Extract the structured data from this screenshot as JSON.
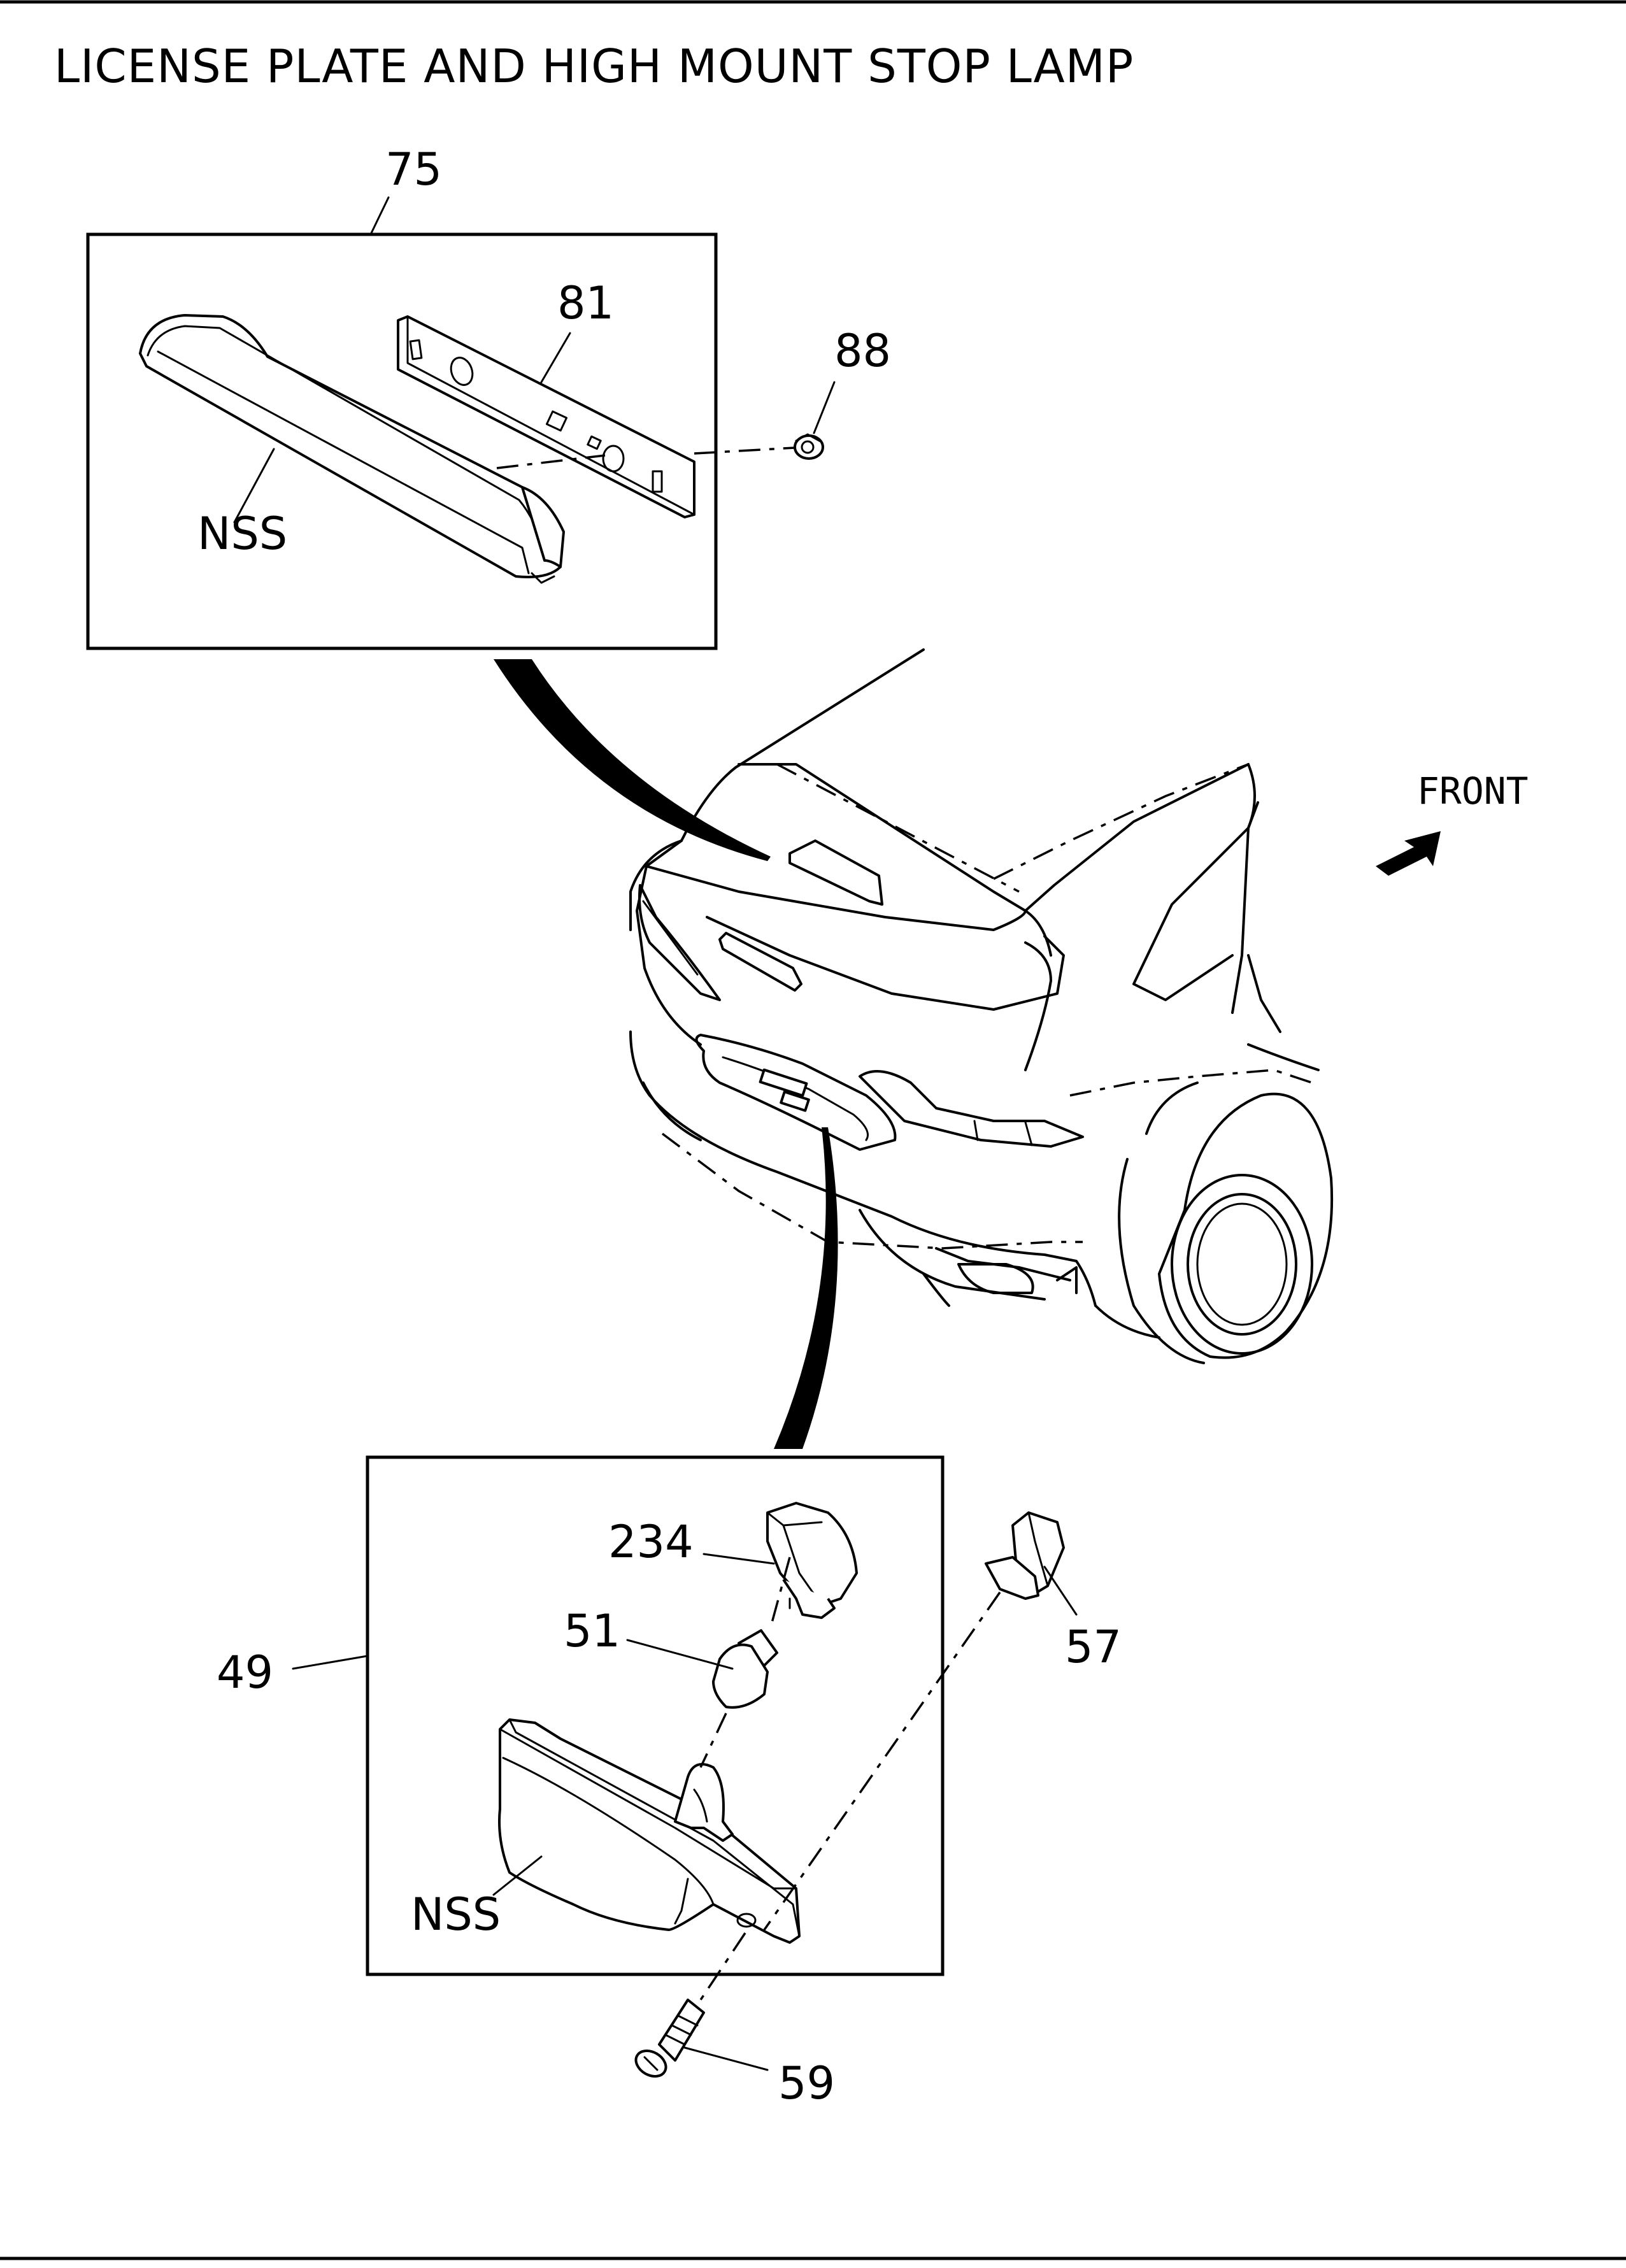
{
  "title": "LICENSE PLATE AND HIGH MOUNT STOP LAMP",
  "direction_label": "FRONT",
  "callouts": {
    "c75": "75",
    "c81": "81",
    "c88": "88",
    "nss_upper": "NSS",
    "c234": "234",
    "c51": "51",
    "c49": "49",
    "c57": "57",
    "nss_lower": "NSS",
    "c59": "59"
  }
}
